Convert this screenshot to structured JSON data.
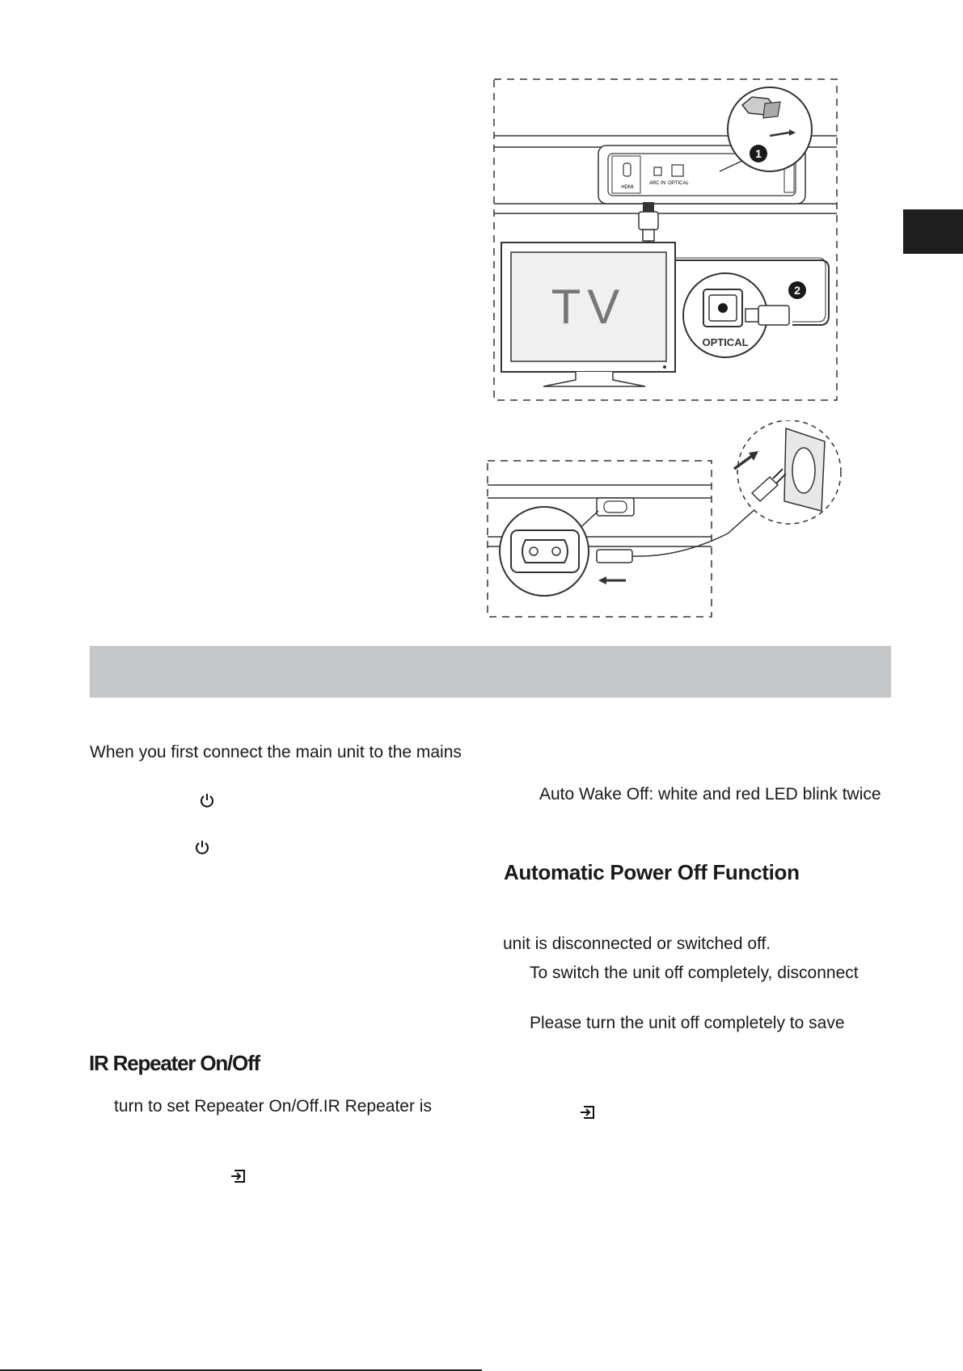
{
  "diagram_optical": {
    "tv_label": "TV",
    "optical_port_label": "OPTICAL",
    "panel_labels": {
      "hdmi": "HDMI",
      "arc_in": "ARC IN",
      "optical": "OPTICAL"
    },
    "step_1": "1",
    "step_2": "2"
  },
  "diagram_power": {},
  "left_column": {
    "intro_line": "When you first connect the main unit to the mains",
    "ir_repeater_heading": "IR Repeater On/Off",
    "ir_repeater_line": "turn to set Repeater On/Off.IR Repeater is"
  },
  "right_column": {
    "auto_wake_line": "Auto Wake Off: white and red LED blink twice",
    "auto_power_heading": "Automatic Power Off Function",
    "unit_disconnected_line": "unit is disconnected or switched off.",
    "switch_off_line": "To switch the unit off completely, disconnect",
    "save_line": "Please turn the unit off completely to save"
  },
  "icons": {
    "power_1": "power-icon",
    "power_2": "power-icon",
    "input_1": "input-source-icon",
    "input_2": "input-source-icon"
  }
}
